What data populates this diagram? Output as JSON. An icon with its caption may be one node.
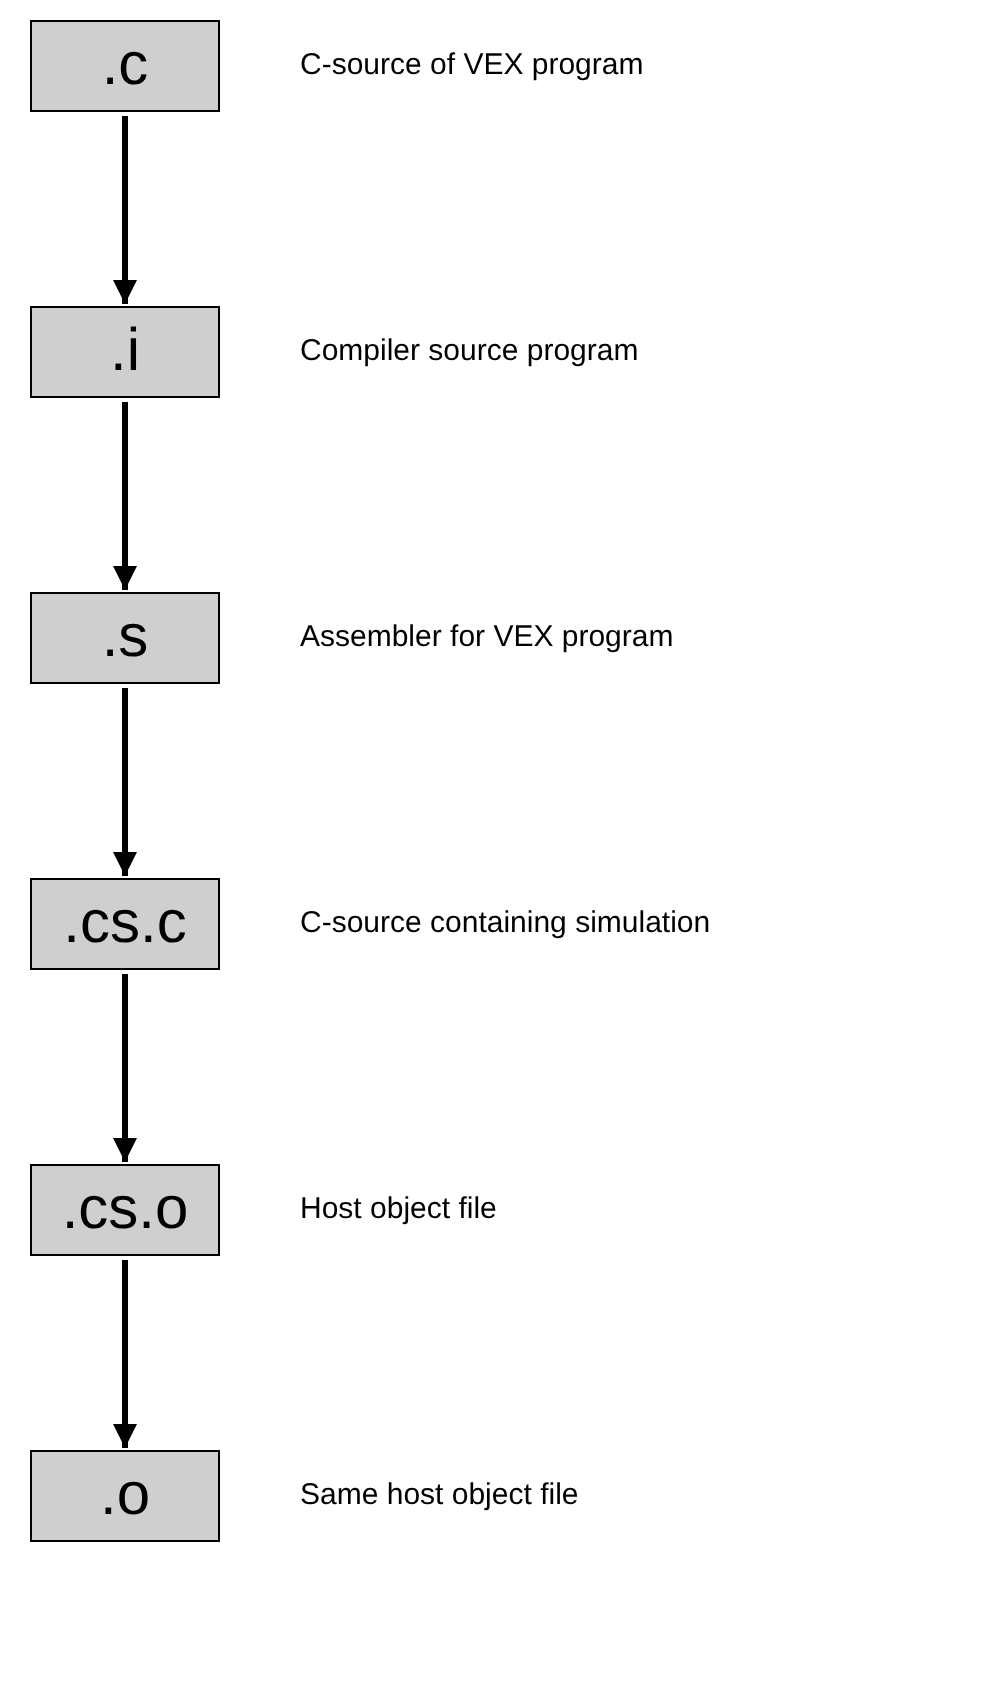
{
  "diagram": {
    "nodes": [
      {
        "text": [
          ".c"
        ],
        "beside": [
          "C-source of VEX program"
        ]
      },
      {
        "text": [
          ".i"
        ],
        "beside": [
          "Compiler source program"
        ]
      },
      {
        "text": [
          ".s"
        ],
        "beside": [
          "Assembler for VEX program"
        ]
      },
      {
        "text": [
          ".cs.c"
        ],
        "beside": [
          "C-source containing simulation"
        ]
      },
      {
        "text": [
          ".cs.o"
        ],
        "beside": [
          "Host object file"
        ]
      },
      {
        "text": [
          ".o"
        ],
        "beside": [
          "Same host object file"
        ]
      }
    ],
    "edges": [
      {
        "from": 0,
        "to": 1,
        "arrow": "to"
      },
      {
        "from": 1,
        "to": 2,
        "arrow": "to"
      },
      {
        "from": 2,
        "to": 3,
        "arrow": "to"
      },
      {
        "from": 3,
        "to": 4,
        "arrow": "to"
      },
      {
        "from": 4,
        "to": 5,
        "arrow": "to"
      }
    ]
  }
}
